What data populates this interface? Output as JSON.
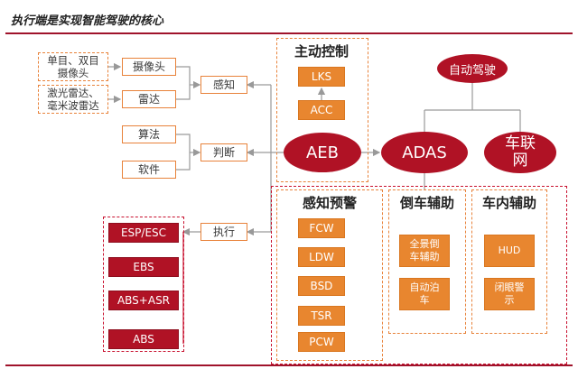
{
  "title": "执行端是实现智能驾驶的核心",
  "core": {
    "aeb": "AEB",
    "adas": "ADAS",
    "autonomous": "自动驾驶",
    "connected_line1": "车联",
    "connected_line2": "网"
  },
  "perception": {
    "label": "感知",
    "camera": "摄像头",
    "radar": "雷达",
    "camera_source_line1": "单目、双目",
    "camera_source_line2": "摄像头",
    "radar_source_line1": "激光雷达、",
    "radar_source_line2": "毫米波雷达"
  },
  "judgment": {
    "label": "判断",
    "algorithm": "算法",
    "software": "软件"
  },
  "execution": {
    "label": "执行",
    "items": [
      "ESP/ESC",
      "EBS",
      "ABS+ASR",
      "ABS"
    ]
  },
  "active_control": {
    "heading": "主动控制",
    "items": [
      "LKS",
      "ACC"
    ]
  },
  "warning": {
    "heading": "感知预警",
    "items": [
      "FCW",
      "LDW",
      "BSD",
      "TSR",
      "PCW"
    ]
  },
  "reverse_assist": {
    "heading": "倒车辅助",
    "items": [
      {
        "line1": "全景倒",
        "line2": "车辅助"
      },
      {
        "line1": "自动泊",
        "line2": "车"
      }
    ]
  },
  "cabin_assist": {
    "heading": "车内辅助",
    "items": [
      {
        "line1": "HUD",
        "line2": ""
      },
      {
        "line1": "闭眼警",
        "line2": "示"
      }
    ]
  },
  "colors": {
    "brand_red": "#b01225",
    "accent_orange": "#e8862f",
    "dash_red": "#c8102e"
  }
}
